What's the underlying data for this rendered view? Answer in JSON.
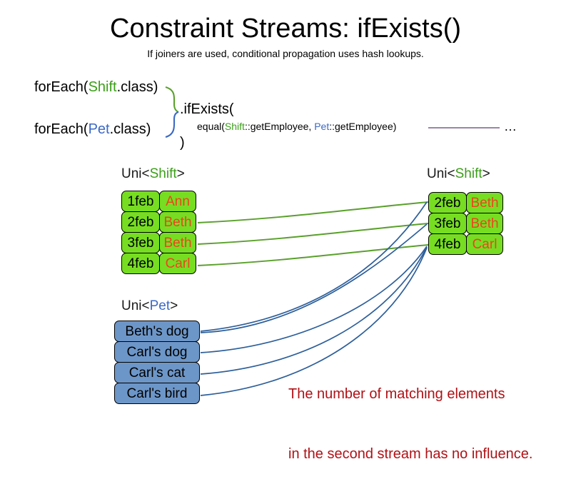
{
  "header": {
    "title": "Constraint Streams: ifExists()",
    "subtitle": "If joiners are used, conditional propagation uses hash lookups."
  },
  "code": {
    "foreach_shift_prefix": "forEach(",
    "foreach_shift_type": "Shift",
    "foreach_shift_suffix": ".class)",
    "foreach_pet_prefix": "forEach(",
    "foreach_pet_type": "Pet",
    "foreach_pet_suffix": ".class)",
    "if_exists": ".ifExists(",
    "close_paren": ")",
    "equal_prefix": "equal(",
    "equal_shift_type": "Shift",
    "equal_shift_method": "::getEmployee, ",
    "equal_pet_type": "Pet",
    "equal_pet_method": "::getEmployee)",
    "ellipsis": "…"
  },
  "streams": {
    "left_shift": {
      "label_prefix": "Uni<",
      "label_type": "Shift",
      "label_suffix": ">",
      "rows": [
        {
          "date": "1feb",
          "name": "Ann"
        },
        {
          "date": "2feb",
          "name": "Beth"
        },
        {
          "date": "3feb",
          "name": "Beth"
        },
        {
          "date": "4feb",
          "name": "Carl"
        }
      ]
    },
    "right_shift": {
      "label_prefix": "Uni<",
      "label_type": "Shift",
      "label_suffix": ">",
      "rows": [
        {
          "date": "2feb",
          "name": "Beth"
        },
        {
          "date": "3feb",
          "name": "Beth"
        },
        {
          "date": "4feb",
          "name": "Carl"
        }
      ]
    },
    "left_pet": {
      "label_prefix": "Uni<",
      "label_type": "Pet",
      "label_suffix": ">",
      "rows": [
        {
          "text": "Beth's dog"
        },
        {
          "text": "Carl's dog"
        },
        {
          "text": "Carl's cat"
        },
        {
          "text": "Carl's bird"
        }
      ]
    }
  },
  "annotation": {
    "line1": "The number of matching elements",
    "line2": "in the second stream has no influence."
  },
  "colors": {
    "shift_green": "#77dd22",
    "shift_green_text": "#3a9e17",
    "pet_blue": "#6d96c8",
    "pet_blue_text": "#3b69c4",
    "name_orange": "#e8481c",
    "annotation_red": "#b01116",
    "wire_green": "#5aa02c",
    "wire_blue": "#2d5f9a",
    "joiner_purple": "#7a5c8c"
  }
}
